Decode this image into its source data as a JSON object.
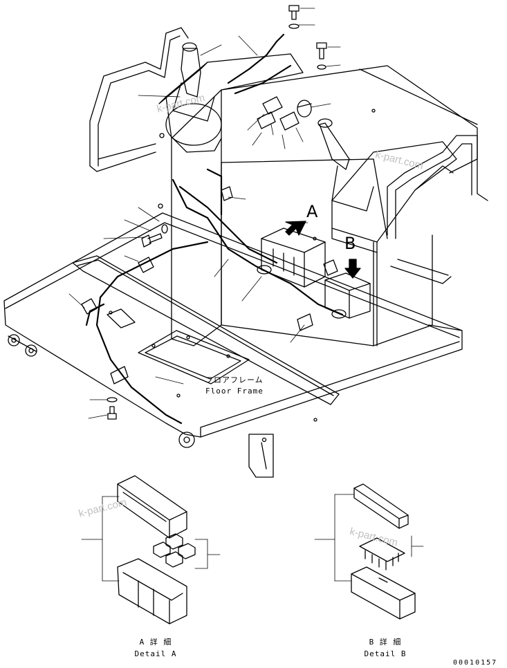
{
  "floor_label_jp": "フロアフレーム",
  "floor_label_en": "Floor Frame",
  "callout_a": "A",
  "callout_b": "B",
  "detail_a_jp": "A 詳 細",
  "detail_a_en": "Detail A",
  "detail_b_jp": "B 詳 細",
  "detail_b_en": "Detail B",
  "watermark": "k-part.com",
  "drawing_number": "00010157"
}
